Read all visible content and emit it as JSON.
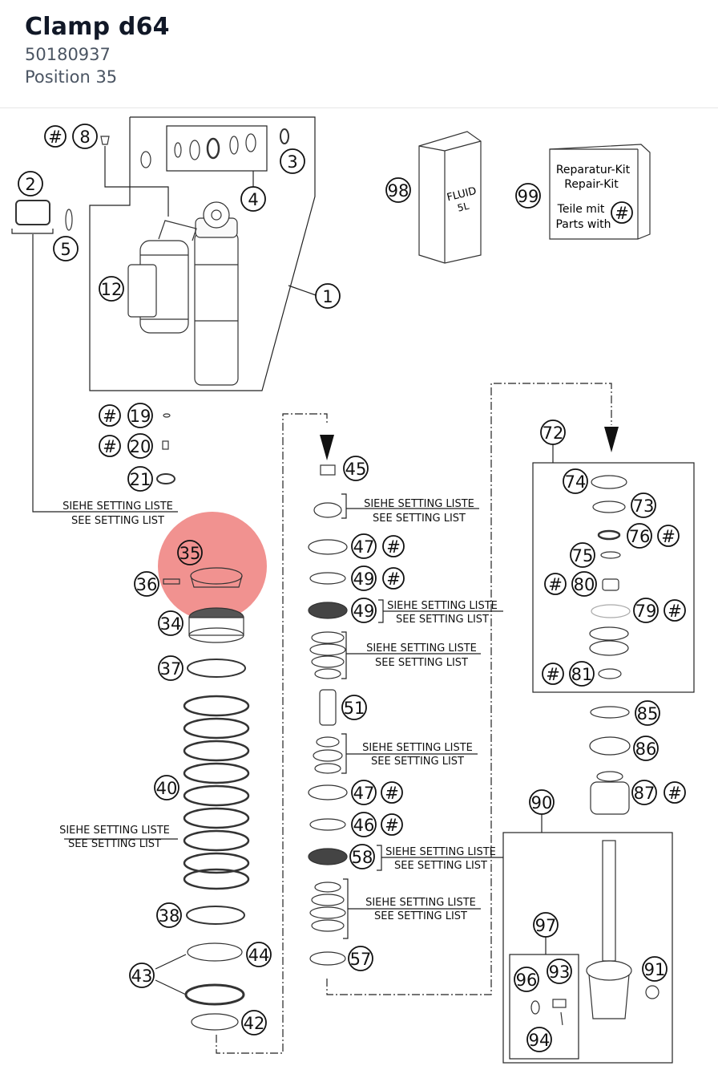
{
  "header": {
    "title": "Clamp d64",
    "part_number": "50180937",
    "position": "Position 35"
  },
  "diagram": {
    "highlight_color": "#e53935",
    "selected_position": "35",
    "callouts": [
      "1",
      "2",
      "3",
      "4",
      "5",
      "8",
      "12",
      "19",
      "20",
      "21",
      "34",
      "35",
      "36",
      "37",
      "38",
      "40",
      "42",
      "43",
      "44",
      "45",
      "46",
      "47",
      "49",
      "51",
      "57",
      "58",
      "72",
      "73",
      "74",
      "75",
      "76",
      "79",
      "80",
      "81",
      "85",
      "86",
      "87",
      "90",
      "91",
      "93",
      "94",
      "96",
      "97",
      "98",
      "99"
    ],
    "hash_symbol": "#",
    "setting_note_de": "SIEHE SETTING LISTE",
    "setting_note_en": "SEE SETTING LIST",
    "fluid_can": {
      "line1": "FLUID",
      "line2": "5L"
    },
    "repair_kit": {
      "line1": "Reparatur-Kit",
      "line2": "Repair-Kit",
      "line3": "Teile mit",
      "line4": "Parts with"
    }
  }
}
